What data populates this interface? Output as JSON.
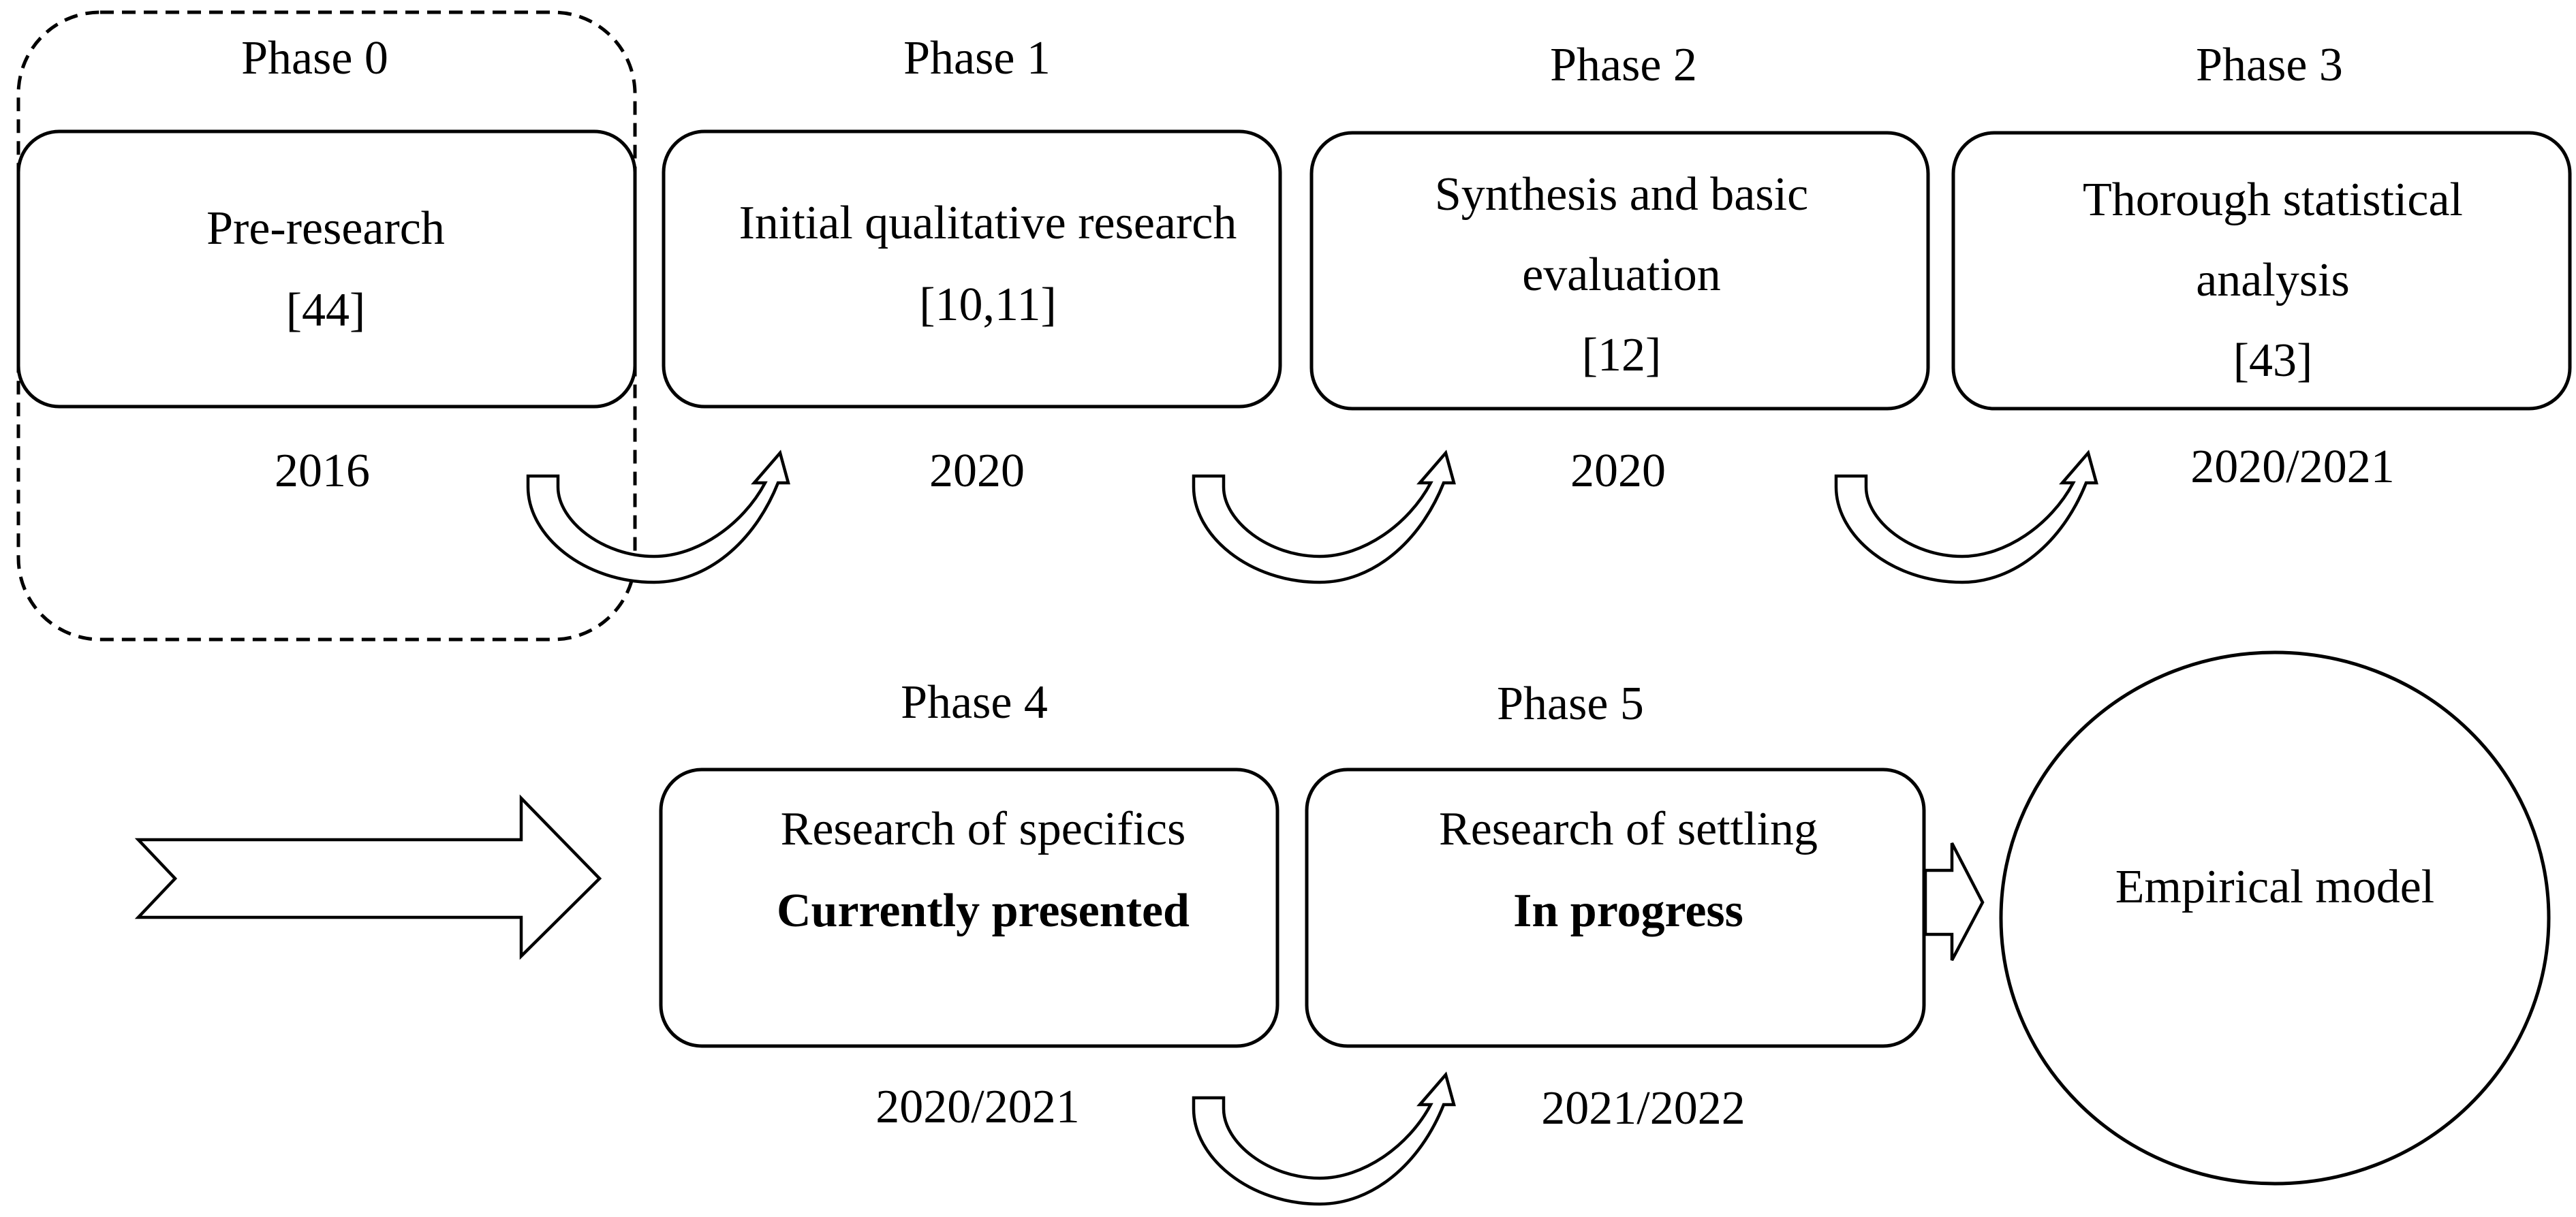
{
  "phases": [
    {
      "phase": "Phase 0",
      "lines": [
        "Pre-research"
      ],
      "ref": "[44]",
      "year": "2016",
      "highlighted": true
    },
    {
      "phase": "Phase 1",
      "lines": [
        "Initial qualitative research"
      ],
      "ref": "[10,11]",
      "year": "2020"
    },
    {
      "phase": "Phase 2",
      "lines": [
        "Synthesis and basic",
        "evaluation"
      ],
      "ref": "[12]",
      "year": "2020"
    },
    {
      "phase": "Phase 3",
      "lines": [
        "Thorough statistical",
        "analysis"
      ],
      "ref": "[43]",
      "year": "2020/2021"
    },
    {
      "phase": "Phase 4",
      "lines": [
        "Research of specifics"
      ],
      "status": "Currently presented",
      "year": "2020/2021"
    },
    {
      "phase": "Phase 5",
      "lines": [
        "Research of settling"
      ],
      "status": "In progress",
      "year": "2021/2022"
    }
  ],
  "outcome": {
    "label": "Empirical model"
  }
}
